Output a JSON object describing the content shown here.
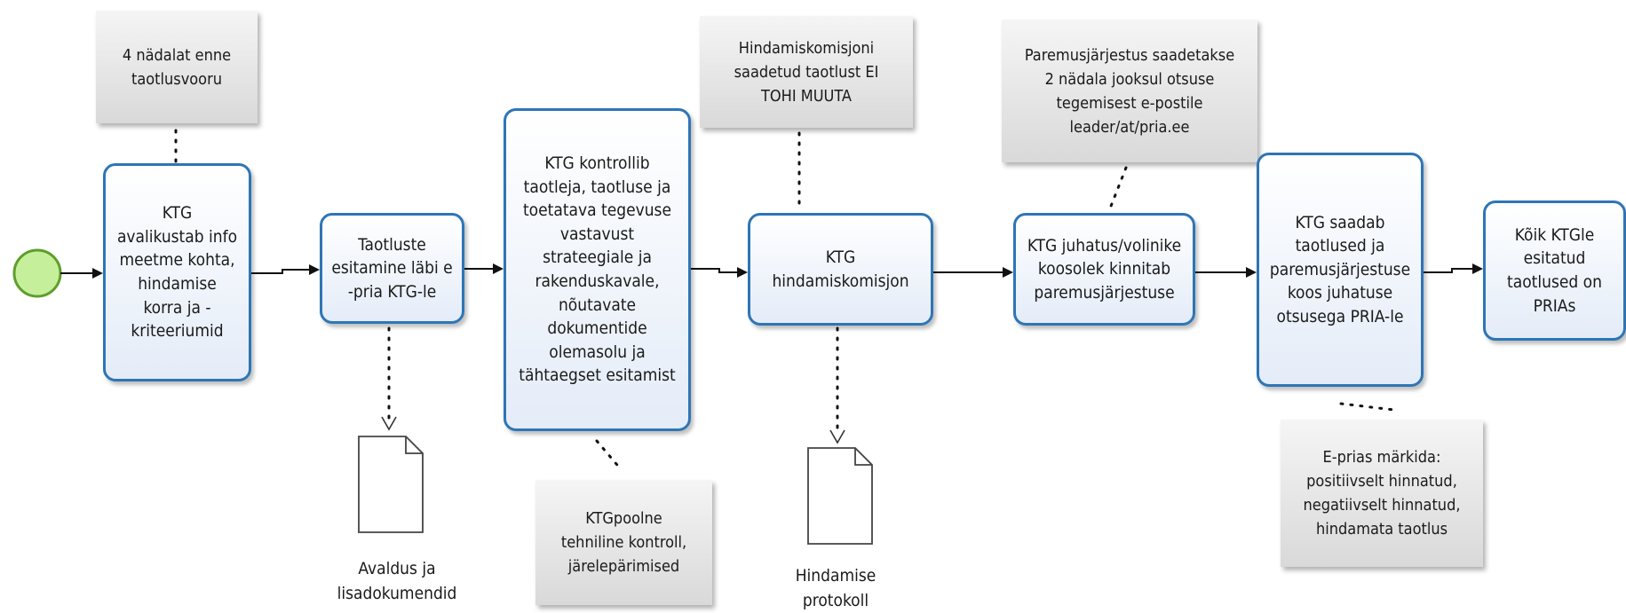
{
  "tasks": {
    "publish_info": "KTG\navalikustab info\nmeetme kohta,\nhindamise\nkorra ja -\nkriteeriumid",
    "submit": "Taotluste\nesitamine läbi e\n-pria KTG-le",
    "control": "KTG kontrollib\ntaotleja, taotluse ja\ntoetatava tegevuse\nvastavust\nstrateegiale ja\nrakenduskavale,\nnõutavate\ndokumentide\nolemasolu ja\ntähtaegset esitamist",
    "committee": "KTG\nhindamiskomisjon",
    "board": "KTG juhatus/volinike\nkoosolek kinnitab\nparemusjärjestuse",
    "send": "KTG saadab\ntaotlused ja\nparemusjärjestuse\nkoos juhatuse\notsusega PRIA-le",
    "final": "Kõik KTGle\nesitatud\ntaotlused on\nPRIAs"
  },
  "notes": {
    "four_weeks": "4 nädalat enne\ntaotlusvooru",
    "no_change": "Hindamiskomisjoni\nsaadetud taotlust EI\nTOHI MUUTA",
    "ranking_sent": "Paremusjärjestus saadetakse\n2 nädala jooksul otsuse\ntegemisest e-postile\nleader/at/pria.ee",
    "technical_control": "KTGpoolne\ntehniline kontroll,\njärelepärimised",
    "eprias_mark": "E-prias märkida:\npositiivselt hinnatud,\nnegatiivselt hinnatud,\nhindamata taotlus"
  },
  "documents": {
    "application": "Avaldus ja\nlisadokumendid",
    "protocol": "Hindamise\nprotokoll"
  },
  "colors": {
    "task_border": "#2e75b6",
    "start_event_fill": "#c6ef9c",
    "start_event_border": "#5e9e2c"
  }
}
